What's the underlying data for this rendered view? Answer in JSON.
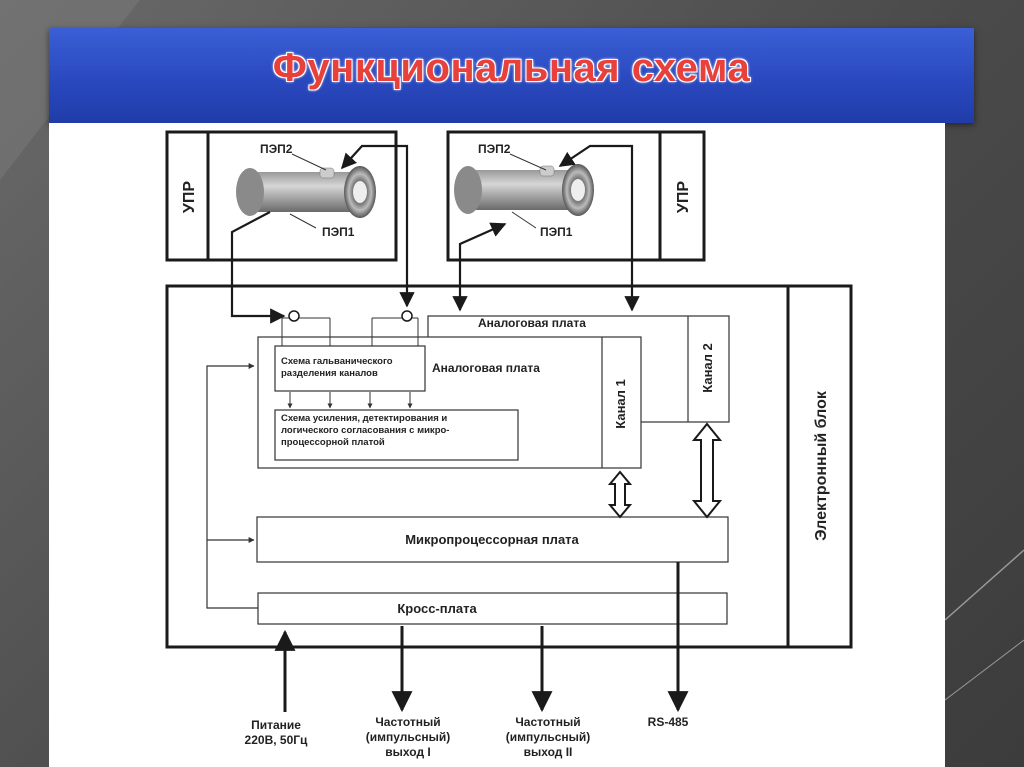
{
  "title": "Функциональная схема",
  "sensor_left": {
    "upr_label": "УПР",
    "pep2_label": "ПЭП2",
    "pep1_label": "ПЭП1"
  },
  "sensor_right": {
    "upr_label": "УПР",
    "pep2_label": "ПЭП2",
    "pep1_label": "ПЭП1"
  },
  "electronic_block": {
    "label": "Электронный блок",
    "analog_board_outer_label": "Аналоговая плата",
    "analog_board_inner_label": "Аналоговая плата",
    "galvanic_block_lines": [
      "Схема гальванического",
      "разделения каналов"
    ],
    "amplifier_block_lines": [
      "Схема усиления, детектирования и",
      "логического согласования с микро-",
      "процессорной платой"
    ],
    "channel1_label": "Канал 1",
    "channel2_label": "Канал 2",
    "microprocessor_label": "Микропроцессорная плата",
    "cross_board_label": "Кросс-плата"
  },
  "io": {
    "power_lines": [
      "Питание",
      "220В, 50Гц"
    ],
    "freq_out_1_lines": [
      "Частотный",
      "(импульсный)",
      "выход I"
    ],
    "freq_out_2_lines": [
      "Частотный",
      "(импульсный)",
      "выход II"
    ],
    "rs485": "RS-485"
  },
  "colors": {
    "title_text": "#e8403a",
    "banner": "#2a49bf",
    "diagram_line": "#1a1a1a"
  }
}
